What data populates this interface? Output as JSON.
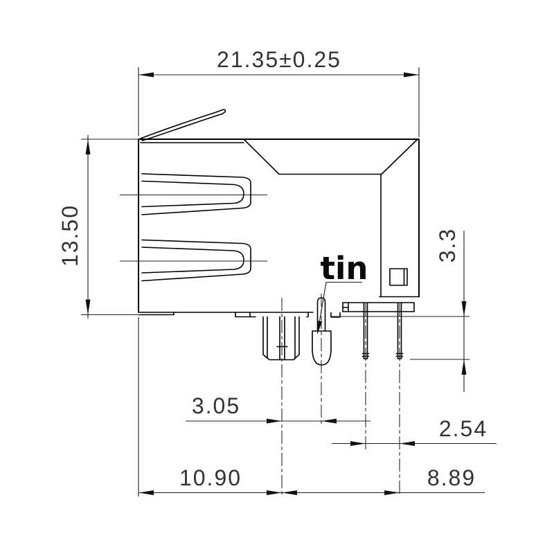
{
  "drawing": {
    "dims": {
      "top_width": "21.35±0.25",
      "height": "13.50",
      "pin_protrusion": "3.3",
      "post_to_pin": "3.05",
      "pin_pitch": "2.54",
      "span_left": "10.90",
      "span_right": "8.89"
    },
    "labels": {
      "tin": "tin"
    },
    "colors": {
      "line": "#000000",
      "dimension": "#1c1c1c",
      "text": "#333333",
      "background": "#ffffff"
    }
  }
}
